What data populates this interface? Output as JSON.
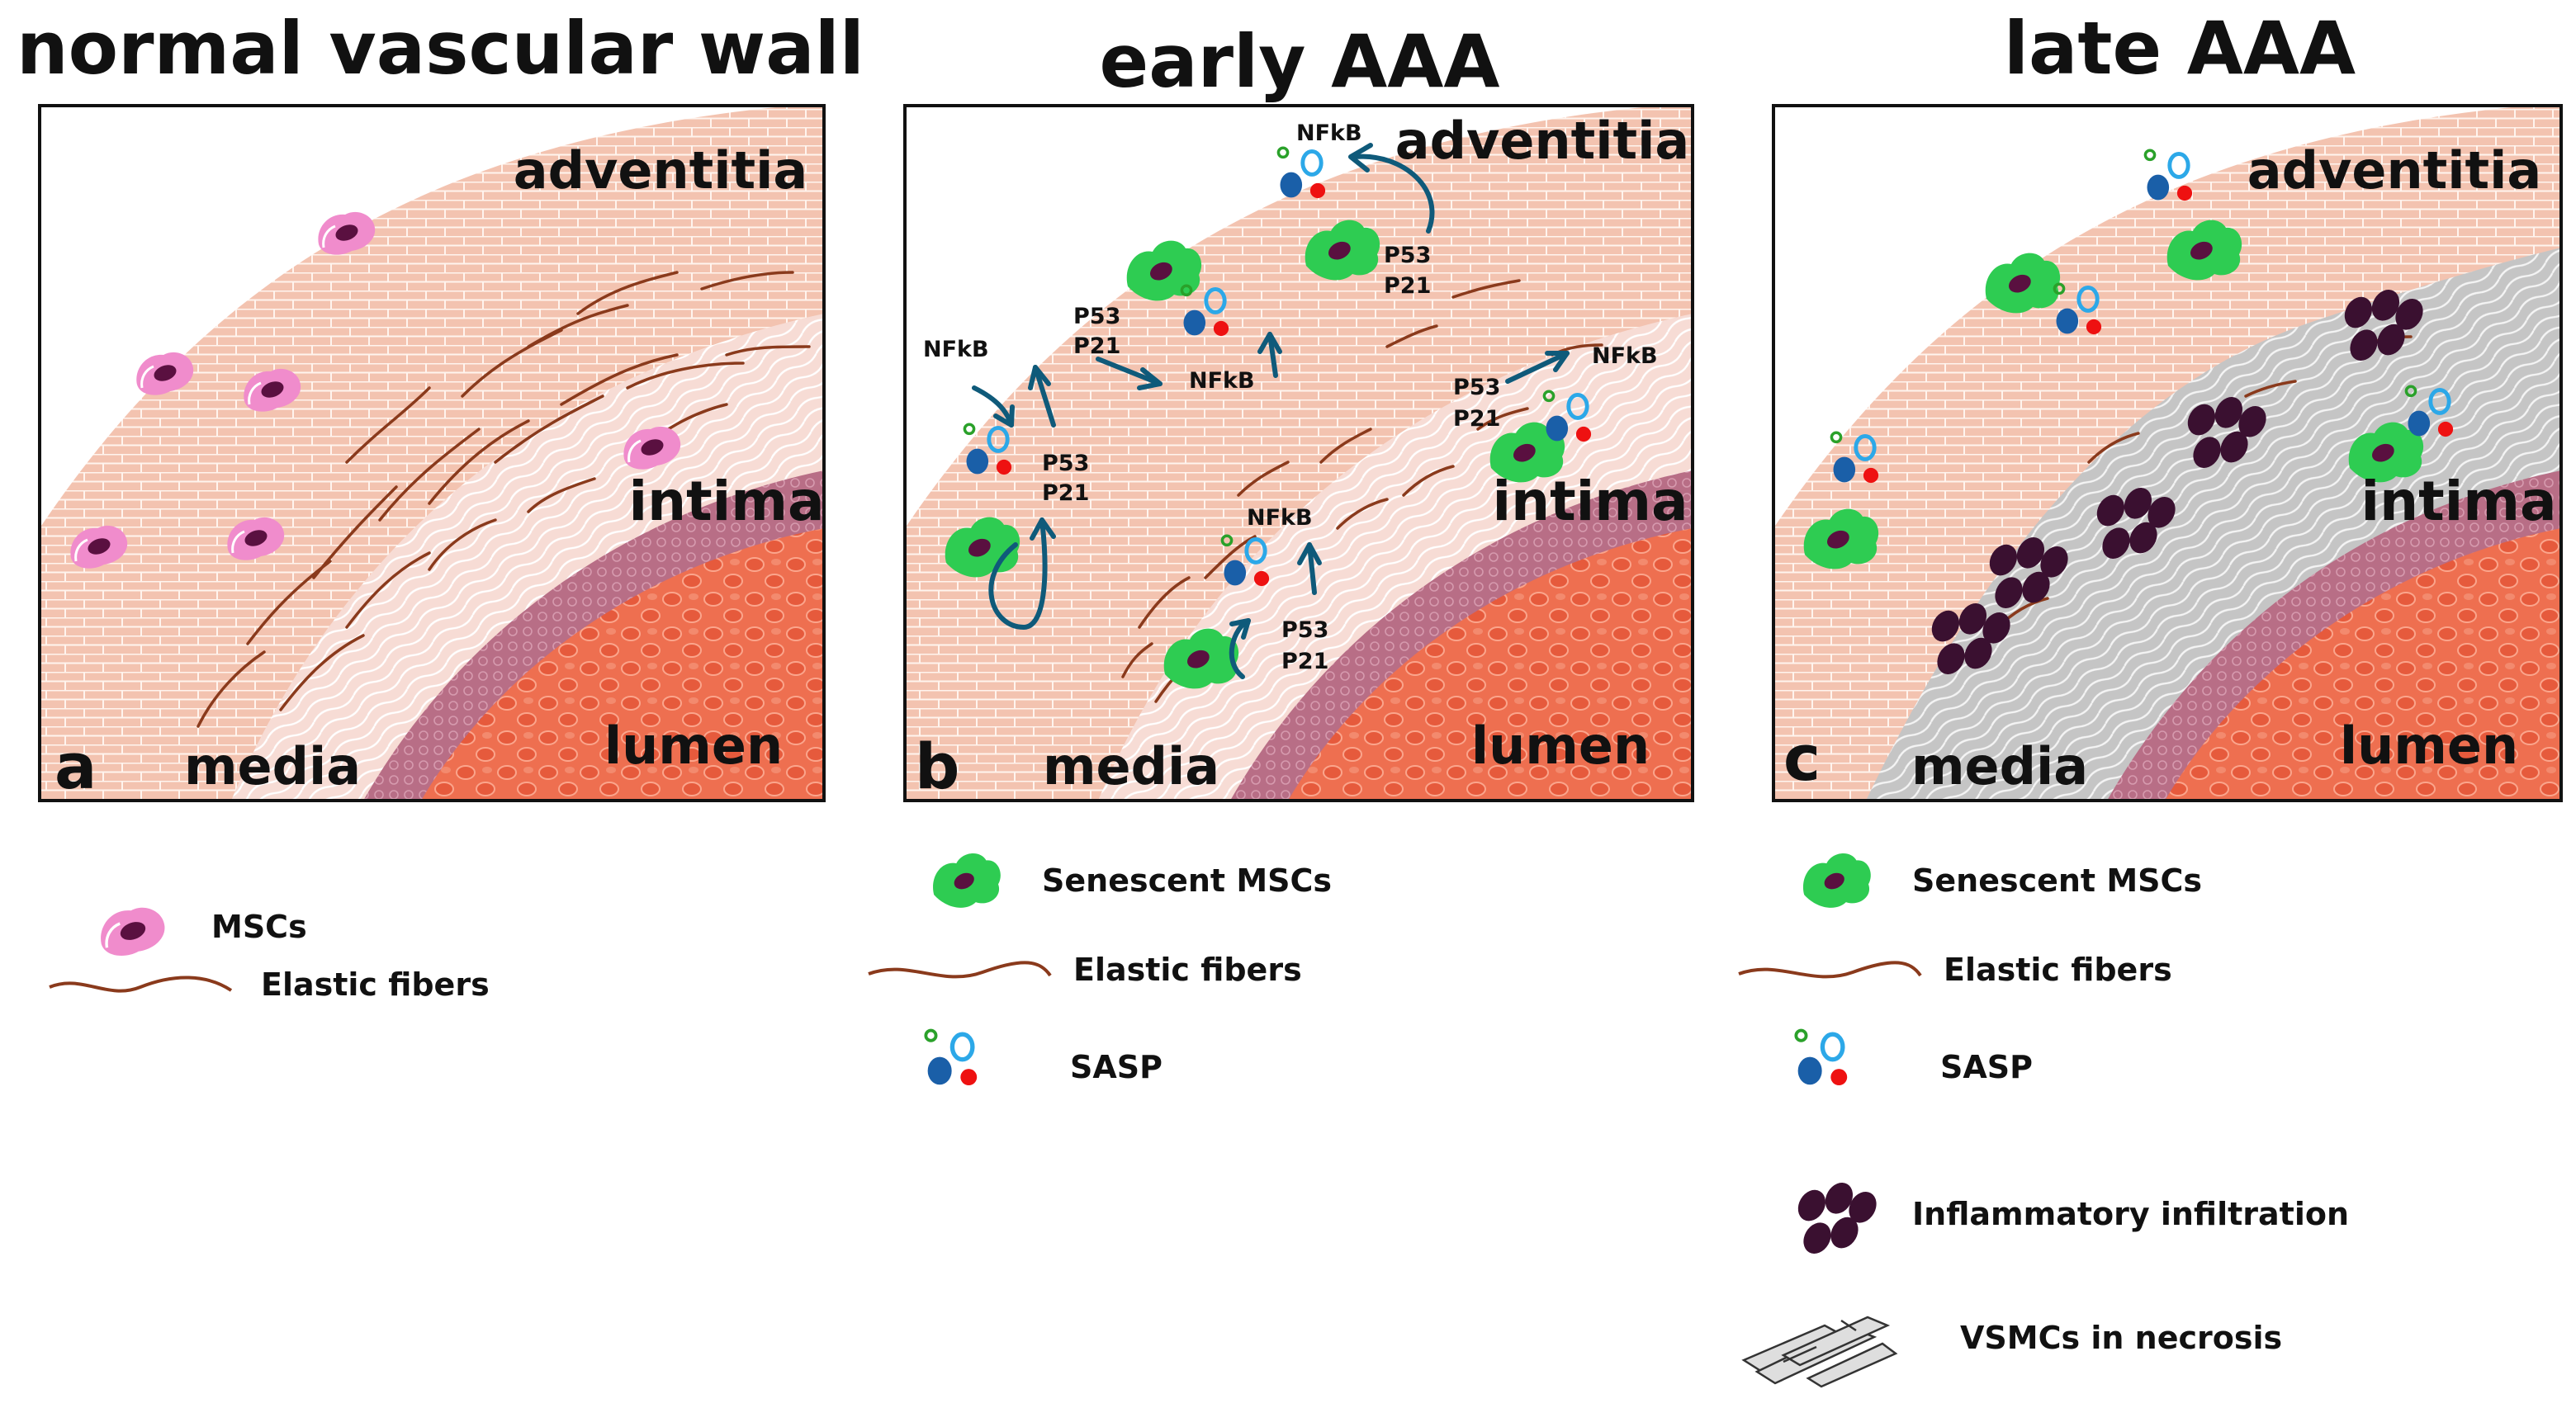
{
  "panels": [
    {
      "id": "a",
      "title": "normal vascular wall",
      "letter": "a",
      "labels": {
        "adventitia": "adventitia",
        "intima": "intima",
        "media": "media",
        "lumen": "lumen"
      },
      "legend": [
        {
          "icon": "msc-icon",
          "label": "MSCs"
        },
        {
          "icon": "elastic-fiber-icon",
          "label": "Elastic fibers"
        }
      ]
    },
    {
      "id": "b",
      "title": "early AAA",
      "letter": "b",
      "labels": {
        "adventitia": "adventitia",
        "intima": "intima",
        "media": "media",
        "lumen": "lumen"
      },
      "annotations": {
        "nfkb": "NFkB",
        "p53": "P53",
        "p21": "P21"
      },
      "legend": [
        {
          "icon": "senescent-msc-icon",
          "label": "Senescent MSCs"
        },
        {
          "icon": "elastic-fiber-icon",
          "label": "Elastic fibers"
        },
        {
          "icon": "sasp-icon",
          "label": "SASP"
        }
      ]
    },
    {
      "id": "c",
      "title": "late AAA",
      "letter": "c",
      "labels": {
        "adventitia": "adventitia",
        "intima": "intima",
        "media": "media",
        "lumen": "lumen"
      },
      "legend": [
        {
          "icon": "senescent-msc-icon",
          "label": "Senescent MSCs"
        },
        {
          "icon": "elastic-fiber-icon",
          "label": "Elastic fibers"
        },
        {
          "icon": "sasp-icon",
          "label": "SASP"
        },
        {
          "icon": "inflammatory-cells-icon",
          "label": "Inflammatory infiltration"
        },
        {
          "icon": "necrotic-vsmc-icon",
          "label": "VSMCs in necrosis"
        }
      ]
    }
  ],
  "colors": {
    "adventitia": "#f3c3b0",
    "media": "#f7dcd5",
    "intima": "#b86e86",
    "lumen": "#ee6f50",
    "msc": "#f08ccc",
    "senescent_msc": "#2ecc52",
    "nucleus": "#5a1040",
    "elastic_fiber": "#8a3a1c",
    "arrow": "#0f5a7a",
    "sasp_blue_dark": "#1a5fa8",
    "sasp_blue_ring": "#2ca8e8",
    "sasp_red": "#ee1111",
    "sasp_green": "#2aa12a",
    "necrosis_gray": "#c5c5c5",
    "inflammatory": "#3a1030"
  }
}
